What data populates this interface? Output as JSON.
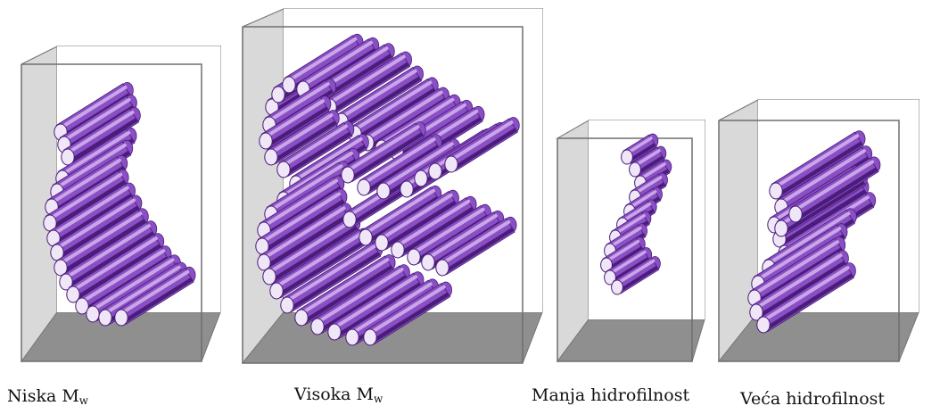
{
  "panels": [
    {
      "id": "niska-mw",
      "label": "Niska M",
      "subscript": "w",
      "rod_count": 16,
      "shape": "hook"
    },
    {
      "id": "visoka-mw",
      "label": "Visoka M",
      "subscript": "w",
      "rod_count": 44,
      "shape": "folded-loop"
    },
    {
      "id": "manja-hidrofilnost",
      "label": "Manja hidrofilnost",
      "subscript": "",
      "rod_count": 11,
      "shape": "thin-zigzag"
    },
    {
      "id": "veca-hidrofilnost",
      "label": "Veća hidrofilnost",
      "subscript": "",
      "rod_count": 12,
      "shape": "thick-zigzag"
    }
  ],
  "colors": {
    "rod_light": "#c9a6e8",
    "rod_mid": "#8a4fc4",
    "rod_dark": "#4a1d7a",
    "rod_cap": "#efe6f7",
    "box_top": "#c6c6c6",
    "box_side": "#dcdcdc",
    "box_floor": "#8f8f8f",
    "box_edge": "#7a7a7a"
  }
}
